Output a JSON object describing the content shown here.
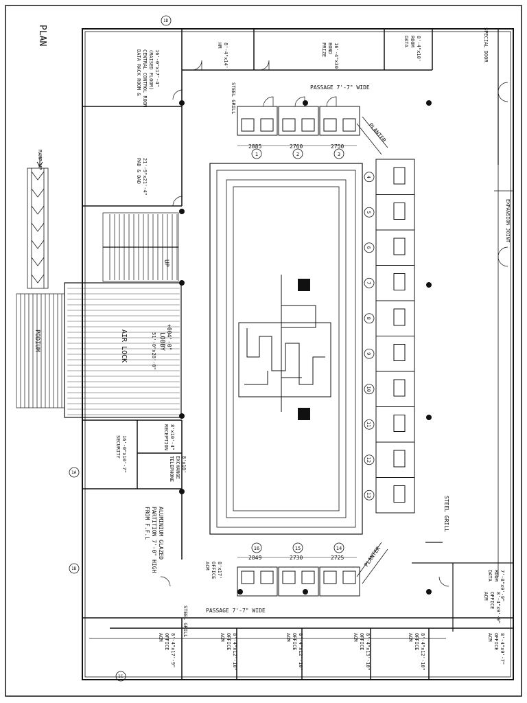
{
  "title": "PLAN",
  "ramp": "RAMP UP",
  "podium": "PODIUM",
  "air_lock": "AIR LOCK",
  "up": "UP",
  "lobby": {
    "name": "LOBBY",
    "size": "51'-0\"x28'-0\""
  },
  "lobby_level": "+004'-0\"",
  "passage_top": "PASSAGE 7'-7\" WIDE",
  "passage_bottom": "PASSAGE 7'-7\" WIDE",
  "planter_top": "PLANTER",
  "planter_bottom": "PLANTER",
  "expansion_joint": "EXPANSION JOINT",
  "steel_grill_right": "STEEL GRILL",
  "steel_grill_top": "STEEL GRILL",
  "steel_grill_bottom": "STEEL GRILL",
  "special_door": "SPECIAL DOOR",
  "partition_note": [
    "ALUMINIUM GLAZED",
    "PARTITION 7'-0\" HIGH",
    "FROM F.F.L"
  ],
  "rooms": {
    "data_rack": [
      "DATA RACK ROOM &",
      "CENTRAL CONTROL ROOM",
      "(RAISED FLOOR)",
      "16'-0\"x17'-4\""
    ],
    "pad_dad": [
      "PAD & DAD",
      "21'-9\"x21'-4\""
    ],
    "hm": [
      "HM",
      "8'-4\"x14'"
    ],
    "prize_bond": [
      "PRIZE",
      "BOND",
      "16'-4\"x30'"
    ],
    "data_room_top": [
      "DATA",
      "ROOM",
      "8'-4\"x10'"
    ],
    "reception": [
      "RECEPTION",
      "8'x10'-4\""
    ],
    "telephone": [
      "TELEPHONE",
      "EXCHANGE",
      "8'x10'"
    ],
    "security": [
      "SECURITY",
      "16'-0\"x10'-7\""
    ],
    "acm_left": [
      "ACM",
      "OFFICE",
      "8'x17'"
    ],
    "acm_bottom_1": [
      "ACM",
      "OFFICE",
      "8'-4\"x17'-9\""
    ],
    "acm_bottom_2": [
      "ACM",
      "OFFICE",
      "8'-4\"x12'-10\""
    ],
    "acm_bottom_3": [
      "ACM",
      "OFFICE",
      "8'-4\"x12'-10\""
    ],
    "acm_bottom_4": [
      "ACM",
      "OFFICE",
      "8'-4\"x13'-10\""
    ],
    "acm_bottom_5": [
      "ACM",
      "OFFICE",
      "8'-4\"x12'-10\""
    ],
    "acm_bottom_6": [
      "ACM",
      "OFFICE",
      "8'-4\"x9'-7\""
    ],
    "acm_right": [
      "ACM",
      "OFFICE",
      "8'-4\"x9'-9\""
    ],
    "data_room_bottom": [
      "DATA",
      "ROOM",
      "7'-8\"x9'-9\""
    ]
  },
  "dims_top": [
    "2885",
    "2760",
    "2750"
  ],
  "dims_bottom": [
    "2849",
    "2730",
    "2725"
  ],
  "counter_numbers": [
    "4",
    "5",
    "6",
    "7",
    "8",
    "9",
    "10",
    "11",
    "12",
    "13"
  ],
  "top_cabin_numbers": [
    "1",
    "2",
    "3"
  ],
  "bottom_cabin_numbers": [
    "16",
    "15",
    "14"
  ],
  "left_bubbles": [
    "1A",
    "1B",
    "1C",
    "1D"
  ]
}
